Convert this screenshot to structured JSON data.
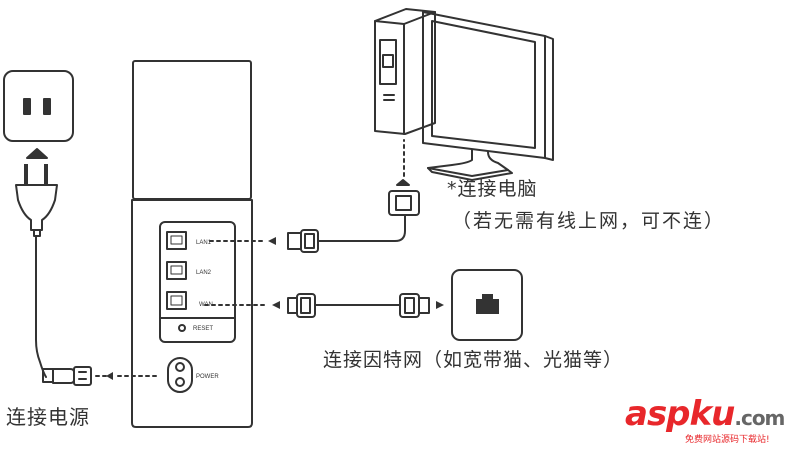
{
  "labels": {
    "pc": "*连接电脑",
    "pc_note": "（若无需有线上网，可不连）",
    "internet": "连接因特网（如宽带猫、光猫等）",
    "power": "连接电源"
  },
  "router_ports": {
    "lan1": "LAN1",
    "lan2": "LAN2",
    "wan": "WAN",
    "reset": "RESET",
    "power": "POWER"
  },
  "watermark": {
    "asp": "asp",
    "ku": "ku",
    "com": ".com",
    "sub": "免费网站源码下载站!"
  }
}
